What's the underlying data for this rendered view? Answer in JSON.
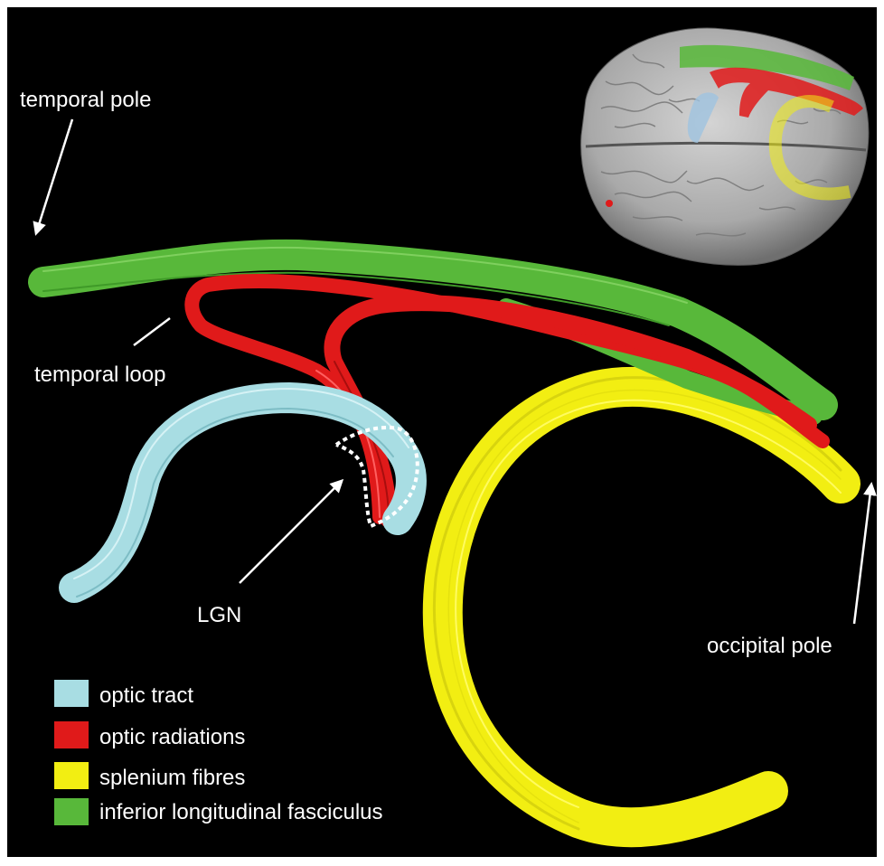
{
  "labels": {
    "temporal_pole": "temporal pole",
    "temporal_loop": "temporal loop",
    "lgn": "LGN",
    "occipital_pole": "occipital pole"
  },
  "legend": [
    {
      "label": "optic tract",
      "color": "#a8dde3"
    },
    {
      "label": "optic radiations",
      "color": "#e01a1a"
    },
    {
      "label": "splenium fibres",
      "color": "#f2ee12"
    },
    {
      "label": "inferior longitudinal fasciculus",
      "color": "#58b83a"
    }
  ],
  "colors": {
    "background": "#000000",
    "optic_tract": "#a8dde3",
    "optic_radiations": "#e01a1a",
    "splenium_fibres": "#f2ee12",
    "inferior_longitudinal_fasciculus": "#58b83a",
    "brain": "#b8b8b8"
  },
  "icons": [
    "brain-inset-icon",
    "arrow-icon"
  ]
}
